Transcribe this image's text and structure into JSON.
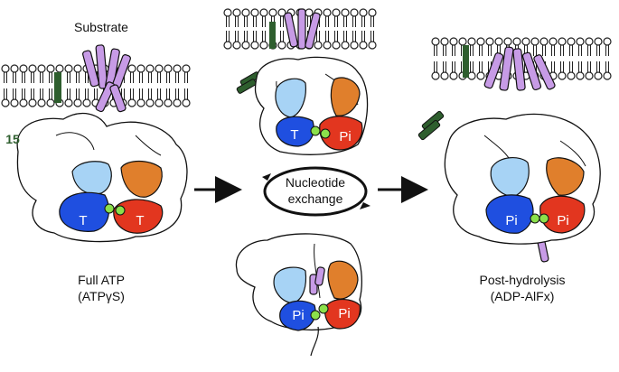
{
  "labels": {
    "substrate": "Substrate",
    "number_15": "15",
    "full_atp_line1": "Full ATP",
    "full_atp_line2": "(ATPγS)",
    "post_line1": "Post-hydrolysis",
    "post_line2": "(ADP-AlFx)",
    "exchange_line1": "Nucleotide",
    "exchange_line2": "exchange"
  },
  "states": {
    "left": {
      "blue": "T",
      "red": "T"
    },
    "mid_top": {
      "blue": "T",
      "red": "Pi"
    },
    "mid_bottom": {
      "blue": "Pi",
      "red": "Pi"
    },
    "right": {
      "blue": "Pi",
      "red": "Pi"
    }
  },
  "colors": {
    "membrane_head": "#ffffff",
    "membrane_line": "#222222",
    "tm_helix": "#c79be6",
    "tm_dark": "#2e5e2e",
    "blue_dark": "#1f4fe0",
    "blue_light": "#a7d3f5",
    "red": "#e2361f",
    "orange": "#e07f2c",
    "nucleotide": "#8be04b",
    "outline": "#111111"
  }
}
